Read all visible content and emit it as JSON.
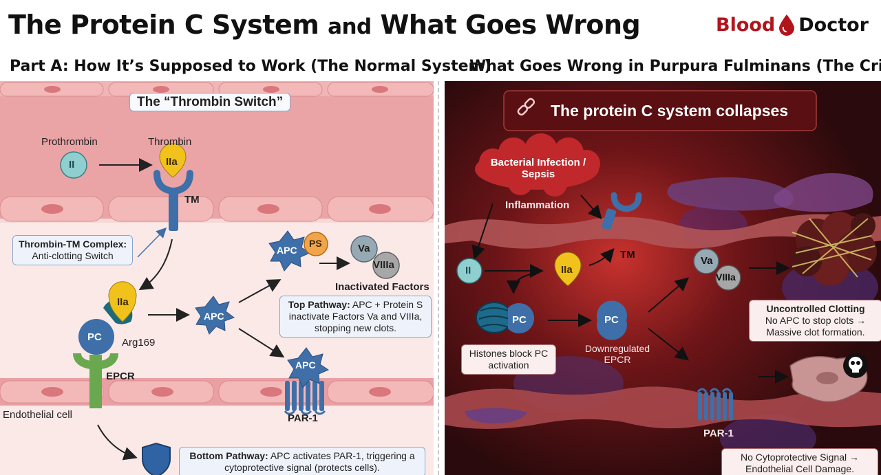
{
  "header": {
    "title_part1": "The Protein C System",
    "title_part2": "and",
    "title_part3": "What Goes Wrong",
    "brand_left": "Blood",
    "brand_right": "Doctor"
  },
  "part_a": {
    "heading": "Part A: How It’s Supposed to Work (The Normal System)",
    "switch_title": "The “Thrombin Switch”",
    "prothrombin_label": "Prothrombin",
    "thrombin_label": "Thrombin",
    "node_ii": "II",
    "node_iia": "IIa",
    "tm_label": "TM",
    "complex_box_title": "Thrombin-TM Complex:",
    "complex_box_text": "Anti-clotting Switch",
    "pc": "PC",
    "arg169": "Arg169",
    "epcr": "EPCR",
    "endothelial_cell": "Endothelial cell",
    "apc": "APC",
    "ps": "PS",
    "va": "Va",
    "viiia": "VIIIa",
    "inactivated_factors": "Inactivated Factors",
    "top_pathway_title": "Top Pathway:",
    "top_pathway_text": "APC + Protein S inactivate Factors Va and VIIIa, stopping new clots.",
    "par1": "PAR-1",
    "bottom_pathway_title": "Bottom Pathway:",
    "bottom_pathway_text": "APC activates PAR-1, triggering a cytoprotective signal (protects cells)."
  },
  "part_b": {
    "heading": "What Goes Wrong in Purpura Fulminans (The Crisis)",
    "collapse_title": "The protein C system collapses",
    "infection": "Bacterial Infection / Sepsis",
    "inflammation": "Inflammation",
    "node_ii": "II",
    "node_iia": "IIa",
    "tm_label": "TM",
    "pc": "PC",
    "histones_text": "Histones block PC activation",
    "epcr_text": "Downregulated EPCR",
    "va": "Va",
    "viiia": "VIIIa",
    "clotting_title": "Uncontrolled Clotting",
    "clotting_text": "No APC to stop clots → Massive clot formation.",
    "par1": "PAR-1",
    "damage_text": "No Cytoprotective Signal → Endothelial Cell Damage."
  },
  "colors": {
    "brand_red": "#b2141c",
    "thrombin_yellow": "#f2c21c",
    "receptor_blue": "#3e6fa8",
    "node_teal": "#8fcfcf",
    "epcr_green": "#6aa84f",
    "ps_orange": "#f1a44a",
    "factor_gray": "#8a9aa6"
  }
}
